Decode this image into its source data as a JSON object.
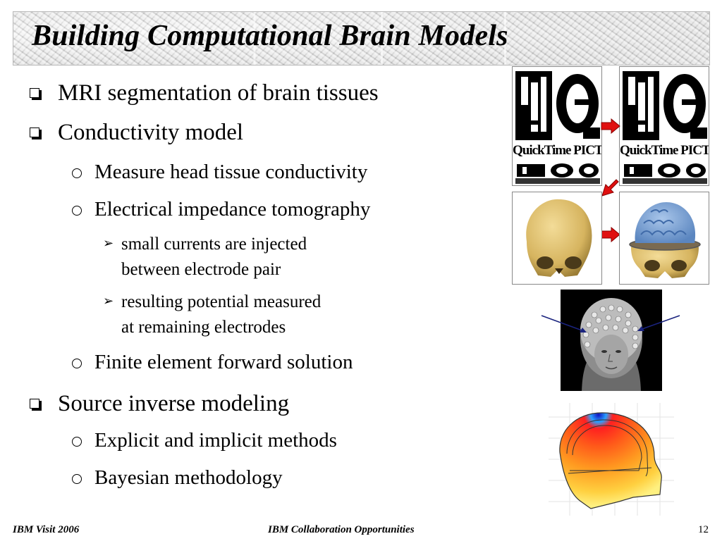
{
  "slide": {
    "title": "Building Computational Brain Models",
    "bullets": [
      {
        "level": 1,
        "text": "MRI segmentation of brain tissues"
      },
      {
        "level": 1,
        "text": "Conductivity model"
      },
      {
        "level": 2,
        "text": "Measure head tissue conductivity"
      },
      {
        "level": 2,
        "text": "Electrical impedance tomography"
      },
      {
        "level": 3,
        "line1": "small currents are injected",
        "line2": "between electrode pair"
      },
      {
        "level": 3,
        "line1": "resulting potential measured",
        "line2": "at remaining electrodes"
      },
      {
        "level": 2,
        "text": "Finite element forward solution"
      },
      {
        "level": 1,
        "text": "Source inverse modeling"
      },
      {
        "level": 2,
        "text": "Explicit and implicit methods"
      },
      {
        "level": 2,
        "text": "Bayesian methodology"
      }
    ]
  },
  "images": {
    "quicktime_placeholder_label": "QuickTime PICT",
    "quicktime_small_label": "QuickTime PICT"
  },
  "footer": {
    "left": "IBM Visit 2006",
    "center": "IBM Collaboration Opportunities",
    "page_number": "12"
  },
  "colors": {
    "arrow_red": "#e01010",
    "pointer_blue": "#1a237e",
    "skull": "#e3c77a",
    "brain": "#7fa8d8"
  }
}
